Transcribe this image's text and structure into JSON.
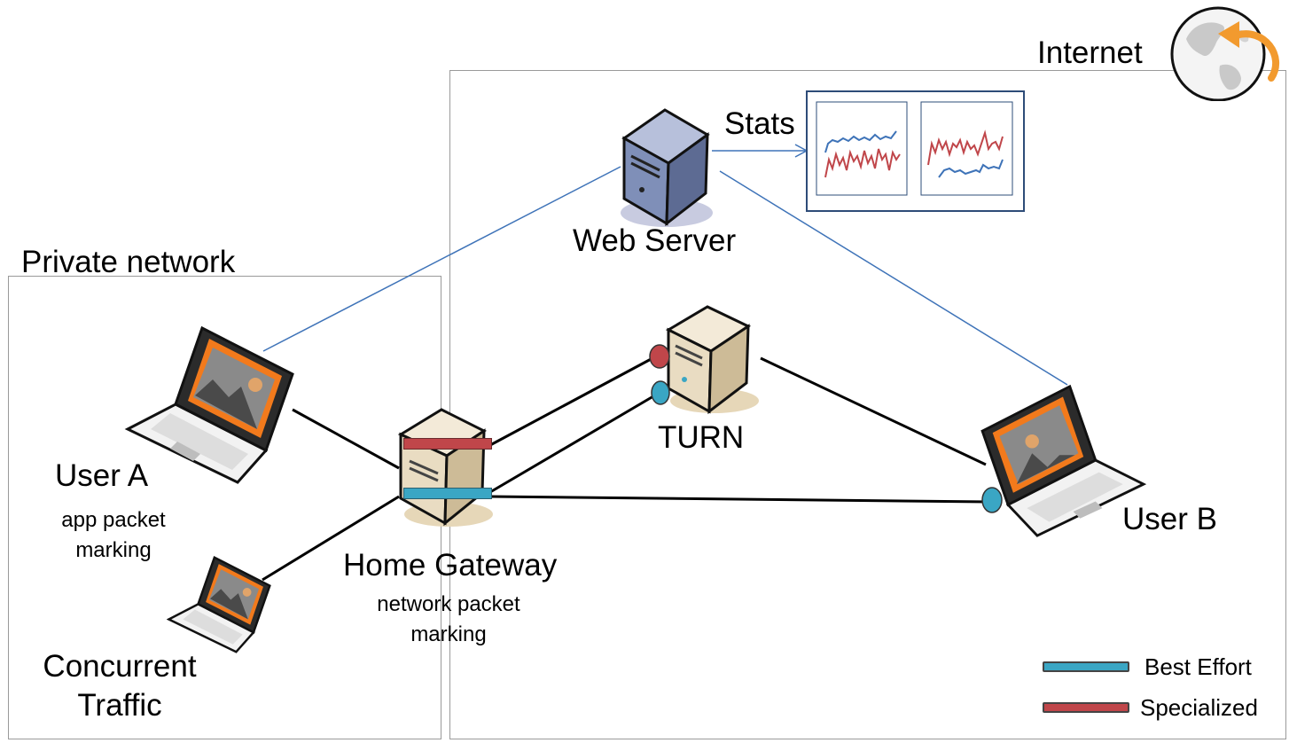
{
  "zones": {
    "private_label": "Private network",
    "internet_label": "Internet"
  },
  "nodes": {
    "web_server": "Web Server",
    "stats": "Stats",
    "turn": "TURN",
    "home_gateway": "Home Gateway",
    "gateway_note": [
      "network packet",
      "marking"
    ],
    "user_a": "User A",
    "user_a_note": [
      "app packet",
      "marking"
    ],
    "user_b": "User B",
    "concurrent": [
      "Concurrent",
      "Traffic"
    ]
  },
  "legend": [
    {
      "label": "Best Effort",
      "color": "#3aa6c4"
    },
    {
      "label": "Specialized",
      "color": "#c0464a"
    }
  ],
  "colors": {
    "best_effort": "#3aa6c4",
    "specialized": "#c0464a",
    "signal_line": "#3e73b8",
    "media_line": "#000000",
    "laptop_screen": "#f27a1c",
    "server_blue": "#7f8fb8",
    "server_beige": "#e9dcc2",
    "globe_arrow": "#f29a2e"
  },
  "icons": {
    "globe": "globe-icon",
    "web_server": "server-icon",
    "turn": "server-icon",
    "gateway": "server-icon",
    "laptop": "laptop-icon"
  }
}
